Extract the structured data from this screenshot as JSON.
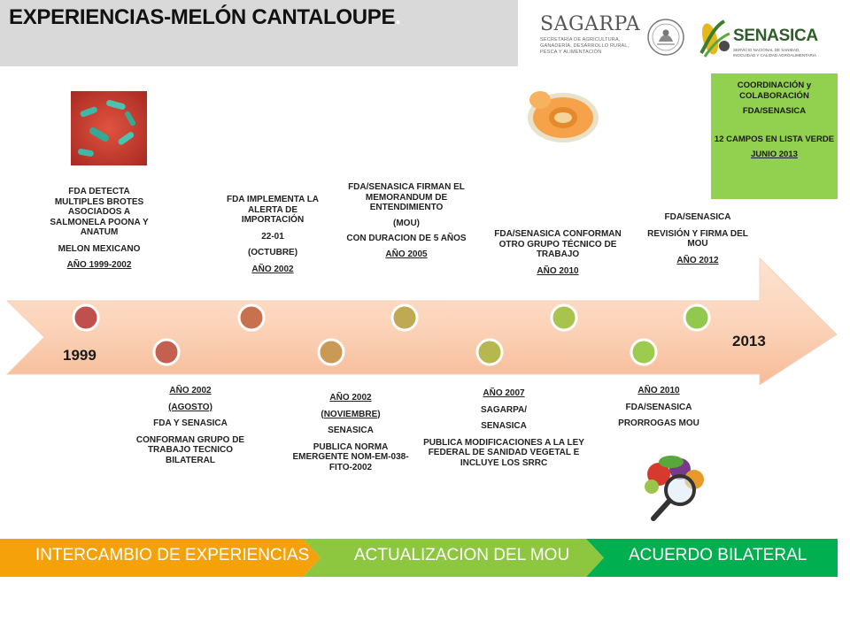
{
  "header": {
    "title": "EXPERIENCIAS-MELÓN CANTALOUPE",
    "title_dot": "."
  },
  "logos": {
    "sagarpa_name": "SAGARPA",
    "sagarpa_sub": [
      "SECRETARÍA DE AGRICULTURA,",
      "GANADERÍA, DESARROLLO RURAL,",
      "PESCA Y ALIMENTACIÓN"
    ],
    "senasica_name": "SENASICA",
    "senasica_sub": [
      "SERVICIO NACIONAL DE SANIDAD,",
      "INOCUIDAD Y CALIDAD AGROALIMENTARIA"
    ]
  },
  "green_box": {
    "line1": "COORDINACIÓN y COLABORACIÓN",
    "line2": "FDA/SENASICA",
    "line3": "12 CAMPOS EN LISTA VERDE",
    "line4": "JUNIO 2013"
  },
  "timeline": {
    "start_year": "1999",
    "end_year": "2013",
    "top_events": [
      {
        "lines": [
          "FDA DETECTA MULTIPLES BROTES ASOCIADOS A SALMONELA POONA Y ANATUM",
          "MELON MEXICANO"
        ],
        "year": "AÑO 1999-2002"
      },
      {
        "lines": [
          "FDA IMPLEMENTA LA ALERTA DE IMPORTACIÓN",
          "22-01",
          "(OCTUBRE)"
        ],
        "year": "AÑO 2002"
      },
      {
        "lines": [
          "FDA/SENASICA FIRMAN EL MEMORANDUM DE ENTENDIMIENTO",
          "(MOU)",
          "CON DURACION DE 5 AÑOS"
        ],
        "year": "AÑO 2005"
      },
      {
        "lines": [
          "FDA/SENASICA CONFORMAN OTRO GRUPO TÉCNICO DE TRABAJO"
        ],
        "year": "AÑO 2010"
      },
      {
        "lines": [
          "FDA/SENASICA",
          "REVISIÓN Y FIRMA DEL MOU"
        ],
        "year": "AÑO 2012"
      }
    ],
    "bottom_events": [
      {
        "year": "AÑO 2002",
        "lines": [
          "(AGOSTO)",
          "FDA Y SENASICA",
          "CONFORMAN GRUPO DE TRABAJO TECNICO BILATERAL"
        ]
      },
      {
        "year": "AÑO 2002",
        "lines": [
          "(NOVIEMBRE)",
          "SENASICA",
          "PUBLICA NORMA EMERGENTE NOM-EM-038-FITO-2002"
        ]
      },
      {
        "year": "AÑO 2007",
        "lines": [
          "SAGARPA/",
          "SENASICA",
          "PUBLICA MODIFICACIONES A LA LEY FEDERAL DE SANIDAD VEGETAL E INCLUYE LOS SRRC"
        ]
      },
      {
        "year": "AÑO 2010",
        "lines": [
          "FDA/SENASICA",
          "PRORROGAS MOU"
        ]
      }
    ],
    "marker_colors": [
      "#c0504d",
      "#c4604f",
      "#c8714f",
      "#c99a55",
      "#bfa952",
      "#b5b84f",
      "#a9c44e",
      "#9ccb50",
      "#92c84d"
    ]
  },
  "phases": [
    {
      "label": "INTERCAMBIO DE EXPERIENCIAS",
      "color": "#f5a20a"
    },
    {
      "label": "ACTUALIZACION DEL MOU",
      "color": "#8dc63f"
    },
    {
      "label": "ACUERDO BILATERAL",
      "color": "#00b050"
    }
  ]
}
